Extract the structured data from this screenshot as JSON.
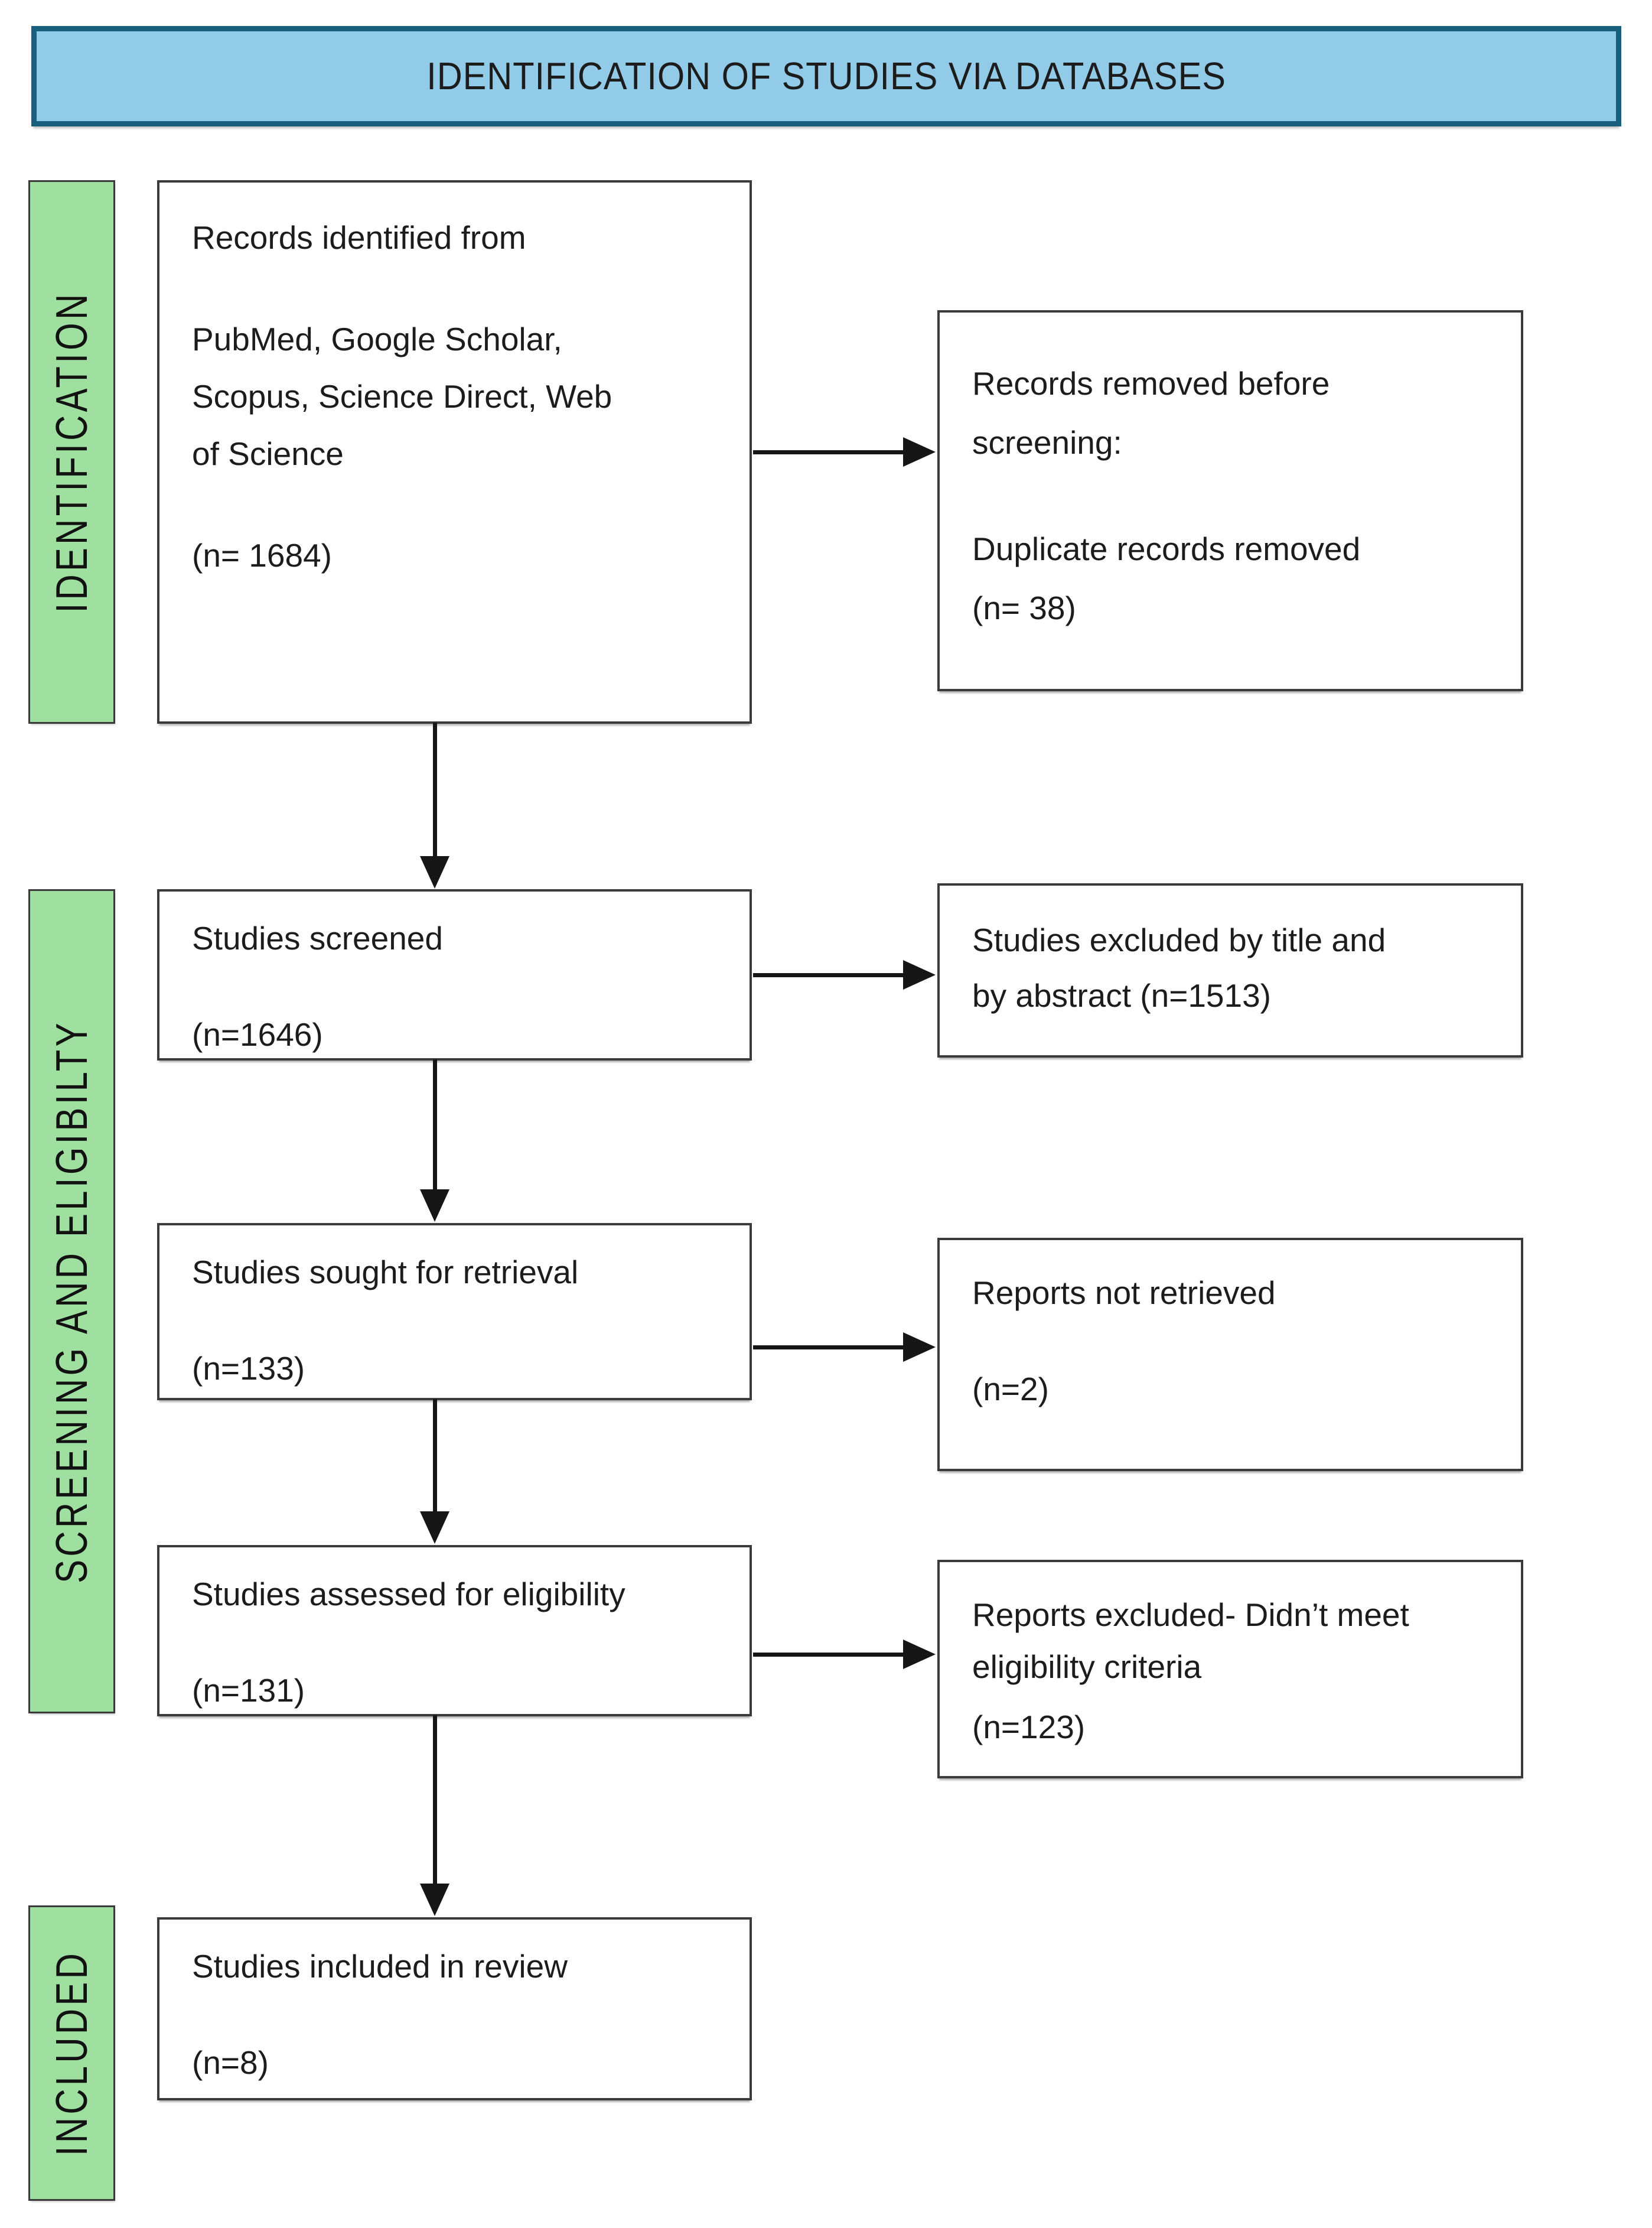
{
  "colors": {
    "banner_fill": "#92CBE8",
    "banner_border": "#175F7C",
    "stage_fill": "#9FE0A1",
    "stage_border": "#3A3A3A",
    "box_border": "#3B3B3B",
    "arrow": "#161616",
    "text": "#1C1C1C"
  },
  "banner": {
    "title": "IDENTIFICATION OF STUDIES VIA DATABASES"
  },
  "stages": {
    "identification": {
      "label": "IDENTIFICATION"
    },
    "screening": {
      "label": "SCREENING AND ELIGIBILTY"
    },
    "included": {
      "label": "INCLUDED"
    }
  },
  "boxes": {
    "records_identified": {
      "paragraphs": [
        [
          "Records identified from"
        ],
        [
          "PubMed, Google Scholar,",
          "Scopus, Science Direct, Web",
          "of Science"
        ],
        [
          "(n= 1684)"
        ]
      ]
    },
    "records_removed": {
      "paragraphs": [
        [
          "Records removed before",
          "screening:"
        ],
        [
          "Duplicate records removed",
          "(n= 38)"
        ]
      ]
    },
    "studies_screened": {
      "paragraphs": [
        [
          "Studies screened"
        ],
        [
          "(n=1646)"
        ]
      ]
    },
    "studies_excluded": {
      "paragraphs": [
        [
          "Studies excluded by title and",
          "by abstract (n=1513)"
        ]
      ]
    },
    "studies_sought": {
      "paragraphs": [
        [
          "Studies sought for retrieval"
        ],
        [
          "(n=133)"
        ]
      ]
    },
    "reports_not_retrieved": {
      "paragraphs": [
        [
          "Reports not retrieved"
        ],
        [
          "(n=2)"
        ]
      ]
    },
    "studies_assessed": {
      "paragraphs": [
        [
          "Studies assessed for eligibility"
        ],
        [
          "(n=131)"
        ]
      ]
    },
    "reports_excluded": {
      "paragraphs": [
        [
          "Reports excluded- Didn’t meet",
          "eligibility criteria"
        ],
        [
          "(n=123)"
        ]
      ]
    },
    "studies_included": {
      "paragraphs": [
        [
          "Studies included in review"
        ],
        [
          "(n=8)"
        ]
      ]
    }
  }
}
